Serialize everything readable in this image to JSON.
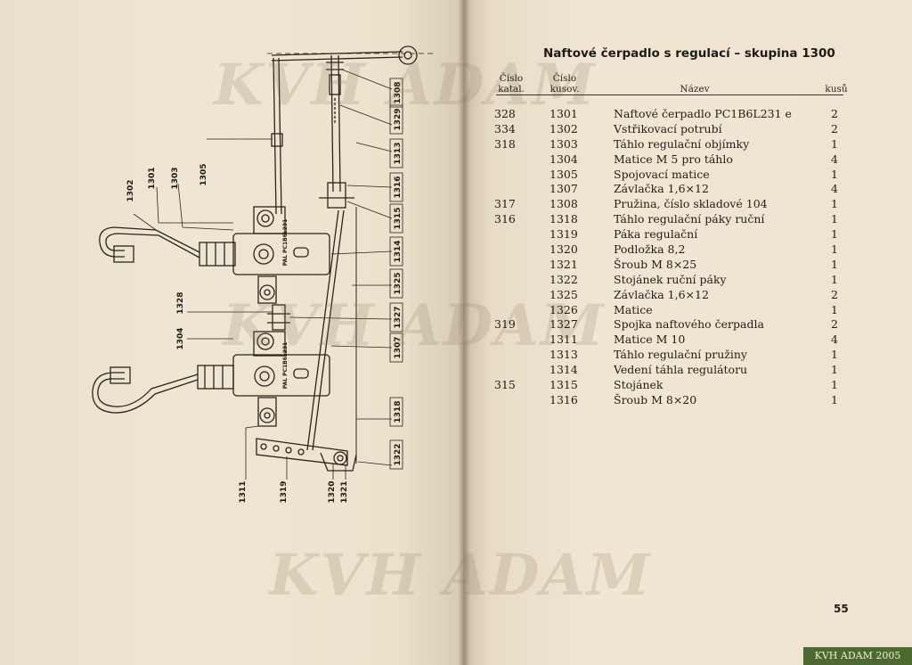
{
  "watermark": "KVH ADAM",
  "title": "Naftové čerpadlo s regulací – skupina 1300",
  "headers": {
    "catalog": [
      "Číslo",
      "katal."
    ],
    "part": [
      "Číslo",
      "kusov."
    ],
    "name": "Název",
    "qty": "kusů"
  },
  "rows": [
    {
      "catalog": "328",
      "part": "1301",
      "name": "Naftové čerpadlo PC1B6L231 e",
      "qty": "2"
    },
    {
      "catalog": "334",
      "part": "1302",
      "name": "Vstřikovací potrubí",
      "qty": "2"
    },
    {
      "catalog": "318",
      "part": "1303",
      "name": "Táhlo regulační objímky",
      "qty": "1"
    },
    {
      "catalog": "",
      "part": "1304",
      "name": "Matice M 5 pro táhlo",
      "qty": "4"
    },
    {
      "catalog": "",
      "part": "1305",
      "name": "Spojovací matice",
      "qty": "1"
    },
    {
      "catalog": "",
      "part": "1307",
      "name": "Závlačka 1,6×12",
      "qty": "4"
    },
    {
      "catalog": "317",
      "part": "1308",
      "name": "Pružina, číslo skladové 104",
      "qty": "1"
    },
    {
      "catalog": "316",
      "part": "1318",
      "name": "Táhlo regulační páky ruční",
      "qty": "1"
    },
    {
      "catalog": "",
      "part": "1319",
      "name": "Páka regulační",
      "qty": "1"
    },
    {
      "catalog": "",
      "part": "1320",
      "name": "Podložka 8,2",
      "qty": "1"
    },
    {
      "catalog": "",
      "part": "1321",
      "name": "Šroub M 8×25",
      "qty": "1"
    },
    {
      "catalog": "",
      "part": "1322",
      "name": "Stojánek ruční páky",
      "qty": "1"
    },
    {
      "catalog": "",
      "part": "1325",
      "name": "Závlačka 1,6×12",
      "qty": "2"
    },
    {
      "catalog": "",
      "part": "1326",
      "name": "Matice",
      "qty": "1"
    },
    {
      "catalog": "319",
      "part": "1327",
      "name": "Spojka naftového čerpadla",
      "qty": "2"
    },
    {
      "catalog": "",
      "part": "1311",
      "name": "Matice M 10",
      "qty": "4"
    },
    {
      "catalog": "",
      "part": "1313",
      "name": "Táhlo regulační pružiny",
      "qty": "1"
    },
    {
      "catalog": "",
      "part": "1314",
      "name": "Vedení táhla regulátoru",
      "qty": "1"
    },
    {
      "catalog": "315",
      "part": "1315",
      "name": "Stojánek",
      "qty": "1"
    },
    {
      "catalog": "",
      "part": "1316",
      "name": "Šroub M 8×20",
      "qty": "1"
    }
  ],
  "diagram_labels": {
    "right": [
      "1308",
      "1329",
      "1313",
      "1316",
      "1315",
      "1314",
      "1325",
      "1327",
      "1307",
      "1318",
      "1322"
    ],
    "top": [
      "1302",
      "1301",
      "1303",
      "1305"
    ],
    "mid_left": [
      "1328",
      "1304"
    ],
    "bottom": [
      "1311",
      "1319",
      "1320",
      "1321"
    ],
    "pump_plate": "PAL PC1B6L231"
  },
  "page_number": "55",
  "credit": "KVH ADAM 2005"
}
